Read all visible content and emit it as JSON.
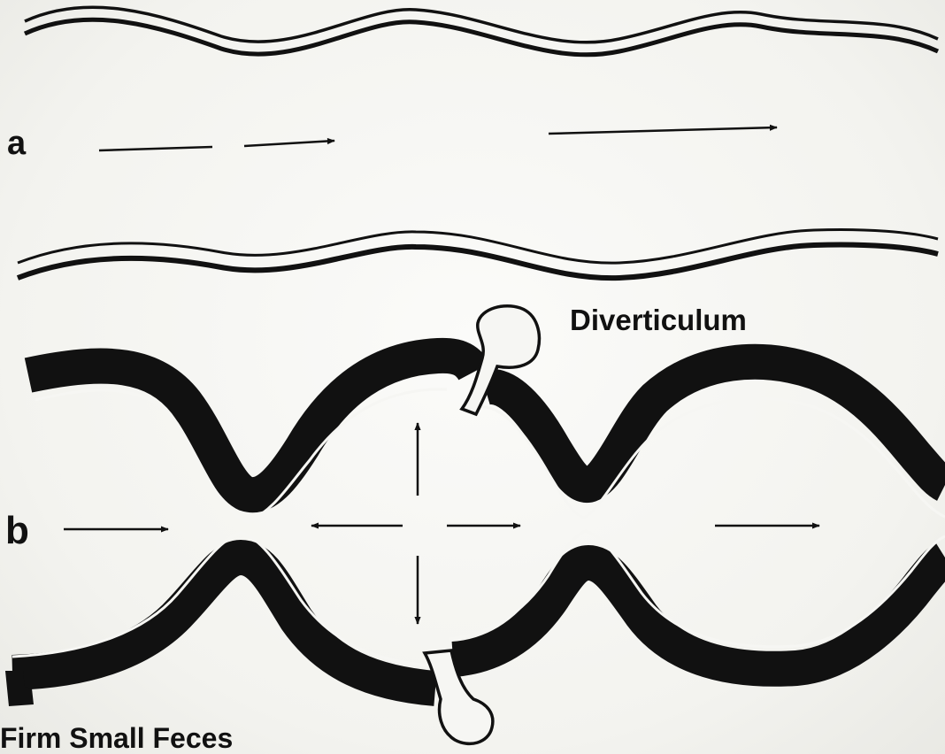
{
  "panels": {
    "a": {
      "label": "a"
    },
    "b": {
      "label": "b"
    }
  },
  "annotations": {
    "diverticulum": "Diverticulum",
    "feces": "Firm Small Feces"
  },
  "colors": {
    "ink": "#111111",
    "paper": "#f6f6f3"
  }
}
